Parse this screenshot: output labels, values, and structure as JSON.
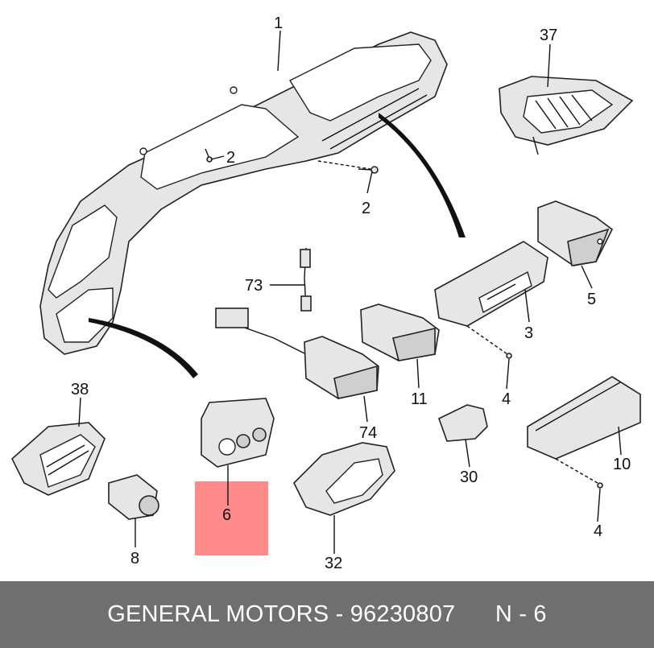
{
  "callouts": {
    "c1": "1",
    "c2a": "2",
    "c2b": "2",
    "c37": "37",
    "c5": "5",
    "c73": "73",
    "c3": "3",
    "c11": "11",
    "c4a": "4",
    "c74": "74",
    "c38": "38",
    "c6": "6",
    "c30": "30",
    "c10": "10",
    "c4b": "4",
    "c8": "8",
    "c32": "32"
  },
  "footer": {
    "brand": "GENERAL MOTORS",
    "separator": " - ",
    "part_number": "96230807",
    "ref": "N - 6"
  },
  "colors": {
    "highlight": "#ff8a8a",
    "footer_bg": "#6f6f6f",
    "footer_text": "#ffffff"
  }
}
